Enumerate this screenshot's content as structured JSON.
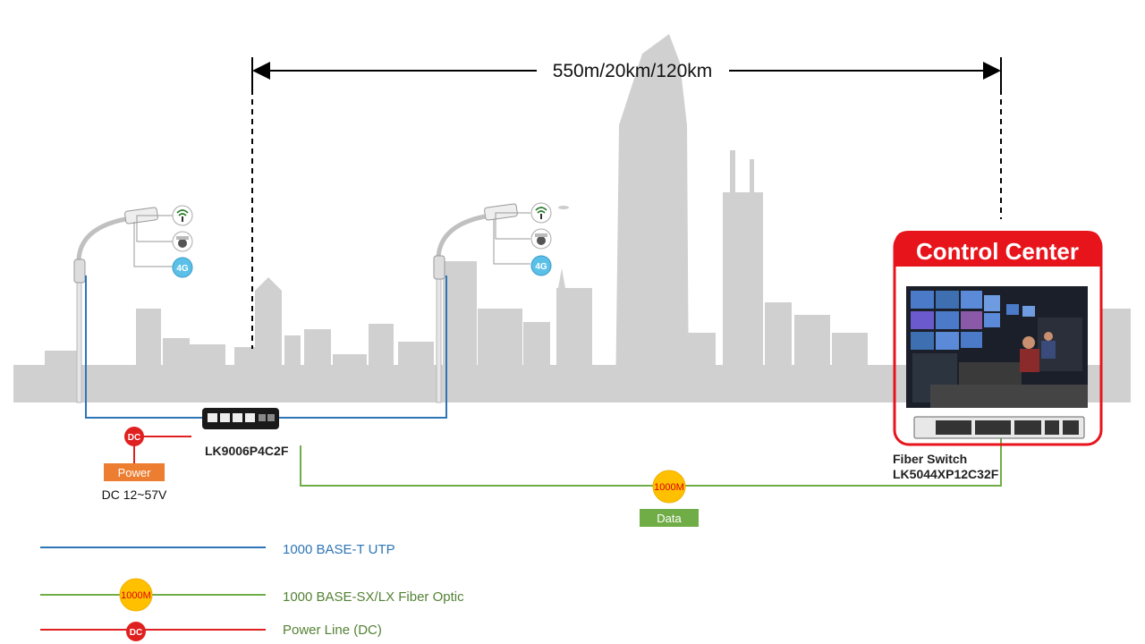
{
  "diagram": {
    "distance_label": "550m/20km/120km",
    "control_center_title": "Control Center",
    "edge_switch_model": "LK9006P4C2F",
    "fiber_switch_label": "Fiber Switch",
    "fiber_switch_model": "LK5044XP12C32F",
    "power_badge": "Power",
    "power_voltage": "DC 12~57V",
    "dc_marker": "DC",
    "data_badge": "Data",
    "speed_marker": "1000M",
    "icons": [
      "wifi-icon",
      "camera-icon",
      "4g-icon"
    ],
    "icon_4g_text": "4G"
  },
  "legend": [
    {
      "label": "1000  BASE-T UTP",
      "color": "#2e75b6"
    },
    {
      "label": "1000  BASE-SX/LX Fiber Optic",
      "color": "#70ad47",
      "marker": "1000M"
    },
    {
      "label": "Power Line (DC)",
      "color": "#e02020",
      "marker": "DC"
    }
  ],
  "colors": {
    "utp": "#2e75b6",
    "fiber": "#70ad47",
    "power": "#e02020",
    "skyline": "#d0d0d0",
    "control_center": "#e8141c",
    "power_badge": "#ed7d31",
    "data_badge": "#70ad47",
    "speed_marker": "#ffc000"
  }
}
